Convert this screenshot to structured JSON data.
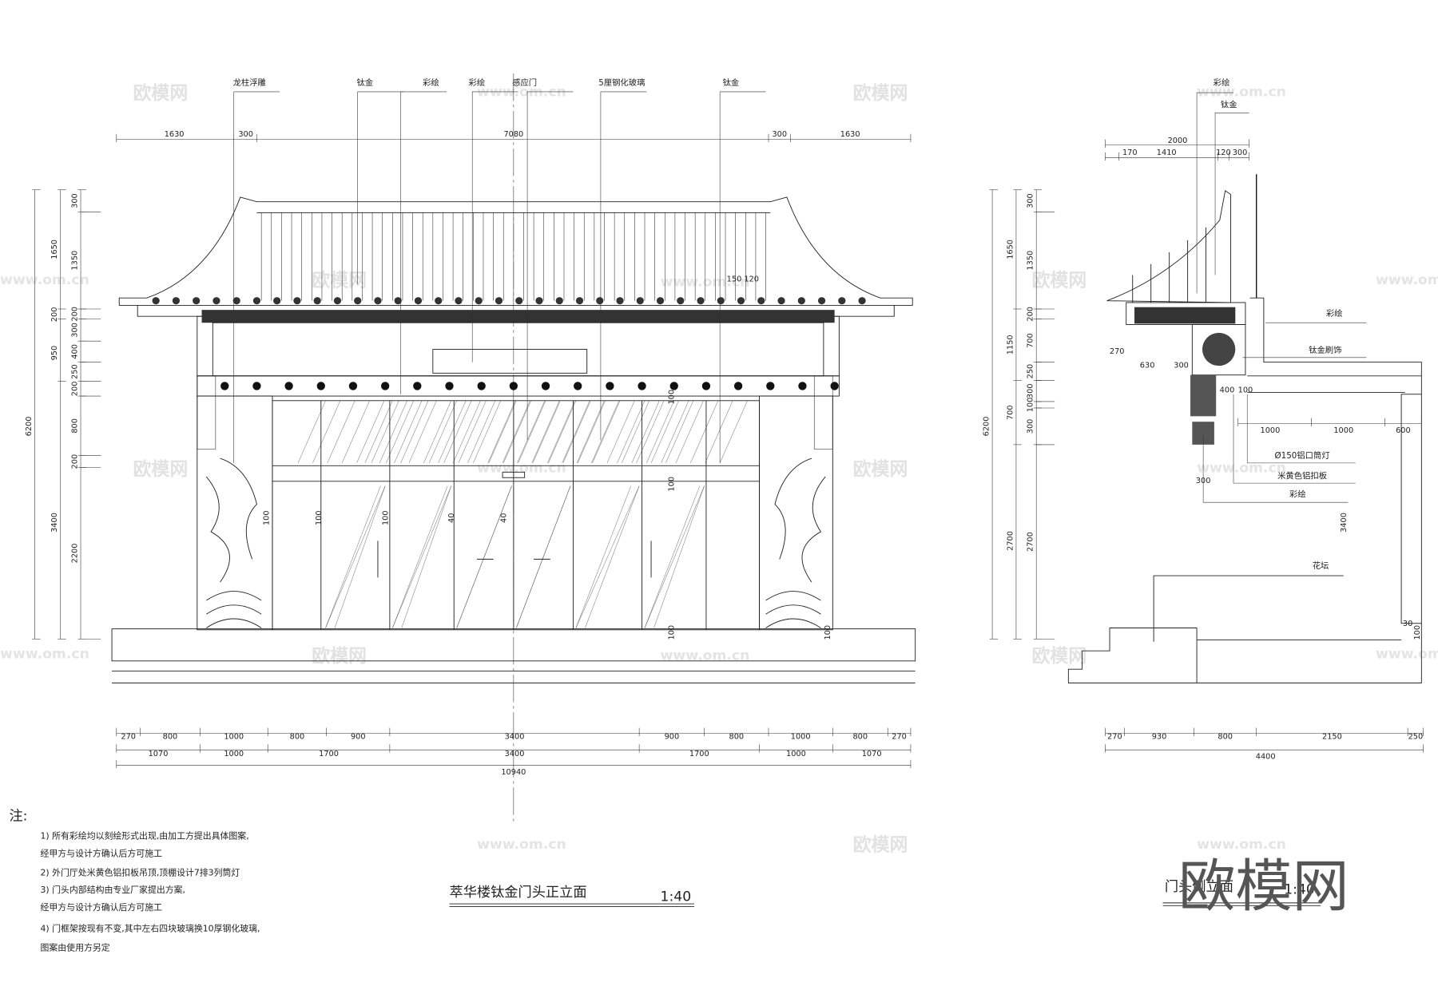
{
  "front": {
    "title": "萃华楼钛金门头正立面",
    "scale": "1:40",
    "callouts": [
      "龙柱浮雕",
      "钛金",
      "彩绘",
      "彩绘",
      "感应门",
      "5厘钢化玻璃",
      "钛金"
    ],
    "top_dims": [
      "1630",
      "300",
      "7080",
      "300",
      "1630"
    ],
    "roof_dim": "150 120",
    "door_dims": [
      "100",
      "100",
      "100",
      "40",
      "40",
      "100",
      "100",
      "100",
      "100"
    ],
    "bottom_dims_row1": [
      "270",
      "800",
      "1000",
      "800",
      "900",
      "3400",
      "900",
      "800",
      "1000",
      "800",
      "270"
    ],
    "bottom_dims_row2": [
      "1070",
      "1000",
      "1700",
      "3400",
      "1700",
      "1000",
      "1070"
    ],
    "bottom_total": "10940",
    "left_outer": "6200",
    "left_middle": [
      "1650",
      "200",
      "950",
      "3400"
    ],
    "left_inner": [
      "300",
      "1350",
      "200",
      "300",
      "400",
      "250",
      "200",
      "800",
      "200",
      "2200"
    ]
  },
  "side": {
    "title": "门头侧立面",
    "scale": "1:40",
    "top_callouts": [
      "彩绘",
      "钛金"
    ],
    "top_dims": [
      "2000",
      "170",
      "1410",
      "120",
      "300"
    ],
    "right_callouts": [
      "彩绘",
      "钛金刷饰",
      "Ø150铝口筒灯",
      "米黄色铝扣板",
      "彩绘",
      "花坛"
    ],
    "detail_dims": [
      "270",
      "630",
      "300",
      "400",
      "100",
      "1000",
      "1000",
      "600",
      "300",
      "3400",
      "30",
      "100"
    ],
    "left_outer": "6200",
    "left_middle": [
      "1650",
      "1150",
      "700",
      "2700"
    ],
    "left_inner": [
      "300",
      "1350",
      "200",
      "700",
      "250",
      "300",
      "100",
      "300",
      "2700"
    ],
    "bottom_dims": [
      "270",
      "930",
      "800",
      "2150",
      "250"
    ],
    "bottom_total": "4400"
  },
  "notes": {
    "heading": "注:",
    "items": [
      "1)  所有彩绘均以刻绘形式出现,由加工方提出具体图案,",
      "     经甲方与设计方确认后方可施工",
      "2)  外门厅处米黄色铝扣板吊顶,顶棚设计7排3列筒灯",
      "3)  门头内部结构由专业厂家提出方案,",
      "     经甲方与设计方确认后方可施工",
      "4)  门框架按现有不变,其中左右四块玻璃换10厚钢化玻璃,",
      "     图案由使用方另定"
    ]
  },
  "watermark": {
    "logo": "欧模网",
    "url": "www.om.cn"
  },
  "colors": {
    "line": "#222222",
    "watermark": "#e2e2e2",
    "background": "#ffffff"
  }
}
